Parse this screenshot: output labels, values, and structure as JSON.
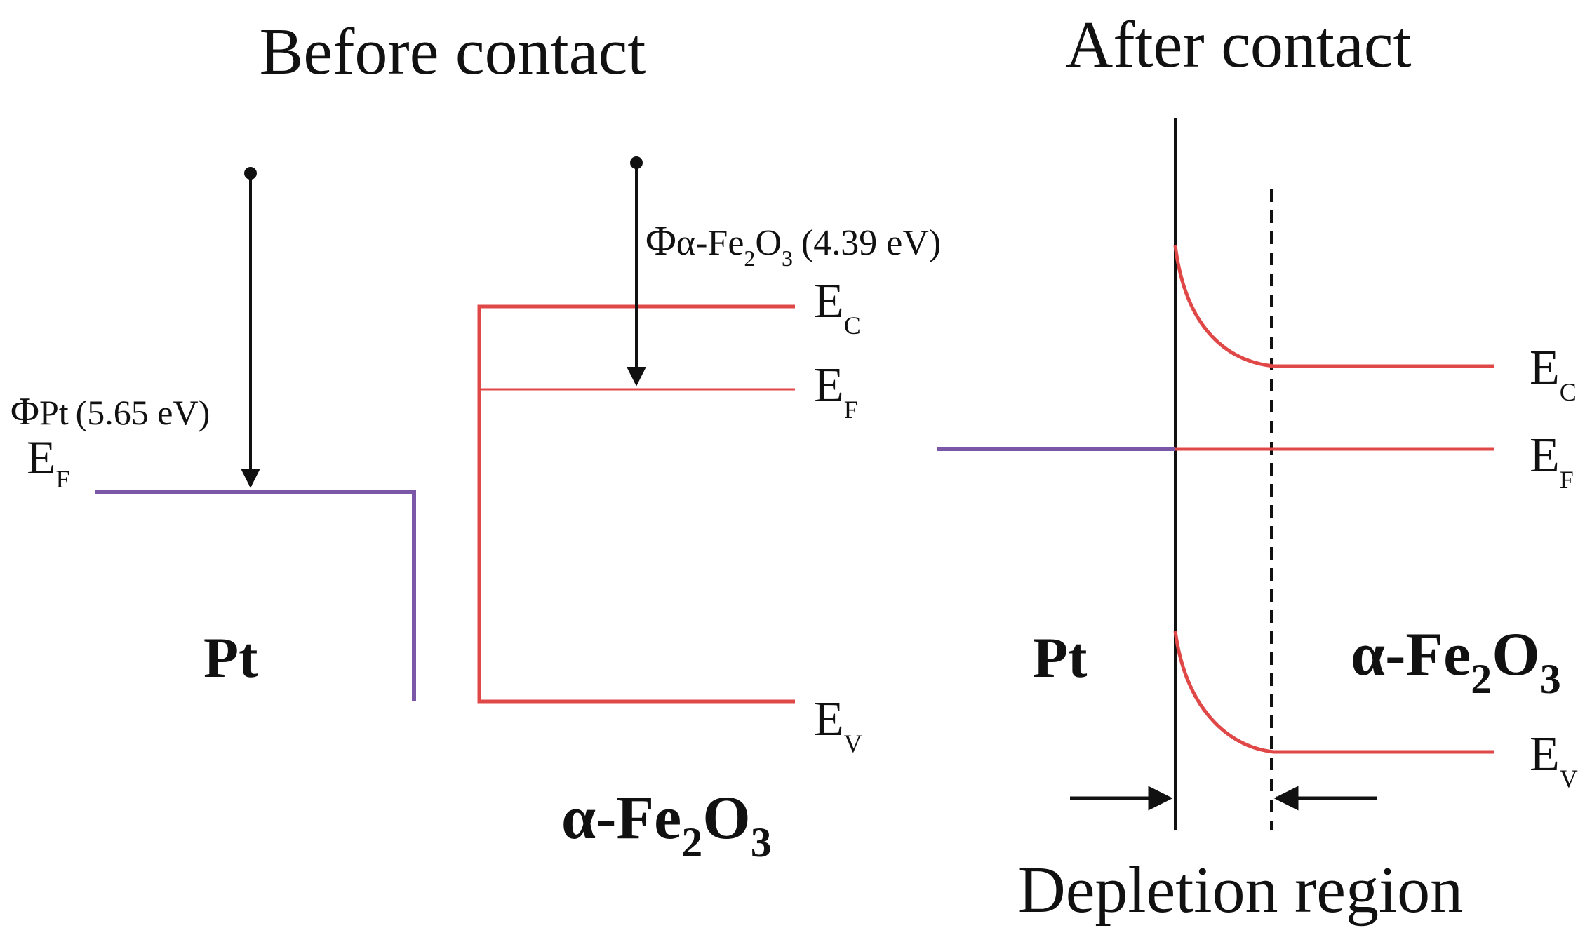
{
  "panels": {
    "before": {
      "title": "Before contact",
      "metal": {
        "name": "Pt",
        "work_function_symbol": "Φ",
        "work_function_material": "Pt",
        "work_function_value": "(5.65 eV)",
        "fermi_label": "E",
        "fermi_sub": "F"
      },
      "semiconductor": {
        "name_prefix": "α-Fe",
        "name_sub1": "2",
        "name_mid": "O",
        "name_sub2": "3",
        "work_function_symbol": "Φ",
        "work_function_material_prefix": "α-Fe",
        "work_function_sub1": "2",
        "work_function_mid": "O",
        "work_function_sub2": "3",
        "work_function_value": "(4.39 eV)",
        "conduction_label": "E",
        "conduction_sub": "C",
        "fermi_label": "E",
        "fermi_sub": "F",
        "valence_label": "E",
        "valence_sub": "V"
      }
    },
    "after": {
      "title": "After contact",
      "metal_name": "Pt",
      "semiconductor": {
        "name_prefix": "α-Fe",
        "name_sub1": "2",
        "name_mid": "O",
        "name_sub2": "3"
      },
      "conduction_label": "E",
      "conduction_sub": "C",
      "fermi_label": "E",
      "fermi_sub": "F",
      "valence_label": "E",
      "valence_sub": "V",
      "depletion_label": "Depletion region"
    }
  },
  "colors": {
    "metal_level": "#7b57a8",
    "semiconductor_band": "#e04848",
    "text": "#111111",
    "arrow": "#111111"
  }
}
